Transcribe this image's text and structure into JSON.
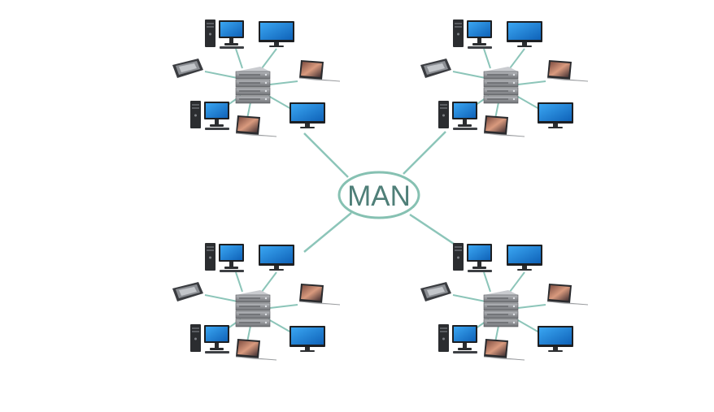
{
  "diagram": {
    "center": {
      "label": "MAN"
    },
    "clusters": [
      {
        "name": "top-left"
      },
      {
        "name": "top-right"
      },
      {
        "name": "bottom-left"
      },
      {
        "name": "bottom-right"
      }
    ],
    "colors": {
      "link": "#8cc5b9",
      "ellipse_stroke": "#86c1b2",
      "label": "#4f7f78",
      "monitor_screen": "#1a84d6",
      "monitor_frame": "#1d1f22",
      "server_body": "#8e9094",
      "tower": "#2b2d30"
    }
  }
}
